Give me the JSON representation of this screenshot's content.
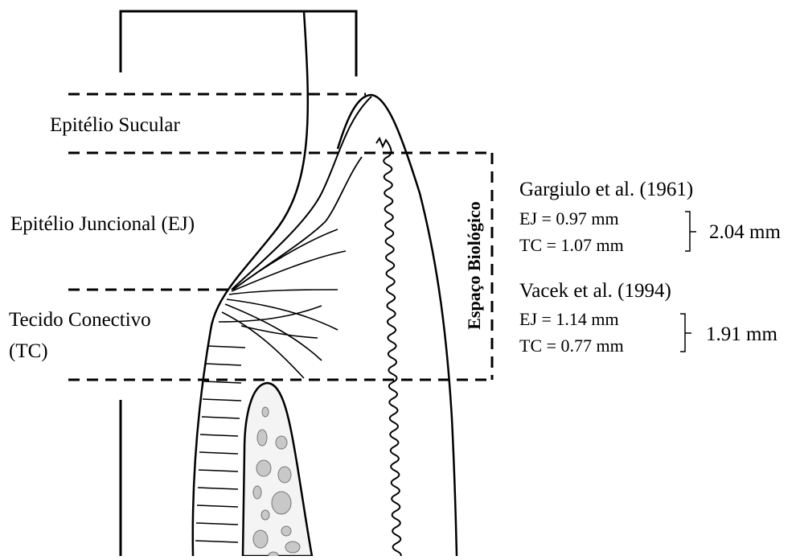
{
  "zones": {
    "sulcular": "Epitélio Sucular",
    "junctional": "Epitélio Juncional (EJ)",
    "connective_line1": "Tecido Conectivo",
    "connective_line2": "(TC)"
  },
  "biologic_width_label": "Espaço Biológico",
  "studies": [
    {
      "title": "Gargiulo et al. (1961)",
      "ej": "EJ = 0.97 mm",
      "tc": "TC = 1.07 mm",
      "total": "2.04 mm"
    },
    {
      "title": "Vacek et al. (1994)",
      "ej": "EJ = 1.14 mm",
      "tc": "TC = 0.77 mm",
      "total": "1.91 mm"
    }
  ],
  "colors": {
    "line": "#000000",
    "bone_fill": "#e9e9e9",
    "bone_stroke": "#555555",
    "particle": "#c8c8c8"
  }
}
